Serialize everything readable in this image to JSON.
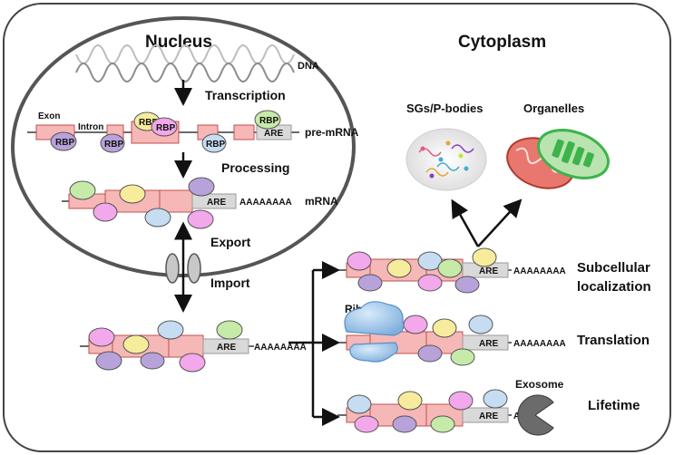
{
  "compartments": {
    "nucleus": "Nucleus",
    "cytoplasm": "Cytoplasm"
  },
  "steps": {
    "dna": "DNA",
    "transcription": "Transcription",
    "processing": "Processing",
    "export": "Export",
    "import": "Import"
  },
  "transcript_labels": {
    "exon": "Exon",
    "intron": "Intron",
    "rbp": "RBP",
    "are": "ARE",
    "pre_mrna": "pre-mRNA",
    "mrna": "mRNA",
    "poly_a": "AAAAAAAA",
    "a": "A"
  },
  "destinations": {
    "sg_pbodies": "SGs/P-bodies",
    "organelles": "Organelles"
  },
  "fates": {
    "localization_1": "Subcellular",
    "localization_2": "localization",
    "translation": "Translation",
    "lifetime": "Lifetime"
  },
  "machinery": {
    "ribosome": "Ribosome",
    "exosome": "Exosome"
  },
  "colors": {
    "exon_fill": "#f6b7b7",
    "exon_stroke": "#c0504d",
    "are_fill": "#d9d9d9",
    "rbp_purple": "#b7a3d9",
    "rbp_yellow": "#f7ec9c",
    "rbp_pink": "#f2a8ea",
    "rbp_green": "#c6eaa8",
    "rbp_blue": "#c6dcf2",
    "mito_red": "#e8776f",
    "organelle_green": "#3cb44b",
    "ribosome_blue": "#a9cdee",
    "exosome_grey": "#6b6b6b"
  }
}
